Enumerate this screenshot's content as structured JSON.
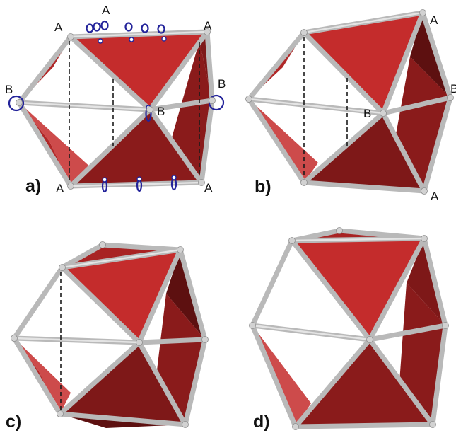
{
  "panels": [
    {
      "id": "a",
      "label": "a)",
      "vertex_labels": [
        "A",
        "A",
        "A",
        "B",
        "B",
        "B",
        "A",
        "A"
      ]
    },
    {
      "id": "b",
      "label": "b)",
      "vertex_labels": [
        "A",
        "B",
        "B",
        "A"
      ]
    },
    {
      "id": "c",
      "label": "c)",
      "vertex_labels": []
    },
    {
      "id": "d",
      "label": "d)",
      "vertex_labels": []
    }
  ],
  "colors": {
    "face_light": "#c42c2c",
    "face_mid": "#a82323",
    "face_dark": "#7e1818",
    "face_darkest": "#5d1010",
    "rod": "#b9b9b9",
    "node": "#d2d2d2",
    "hinge": "#23239a"
  }
}
